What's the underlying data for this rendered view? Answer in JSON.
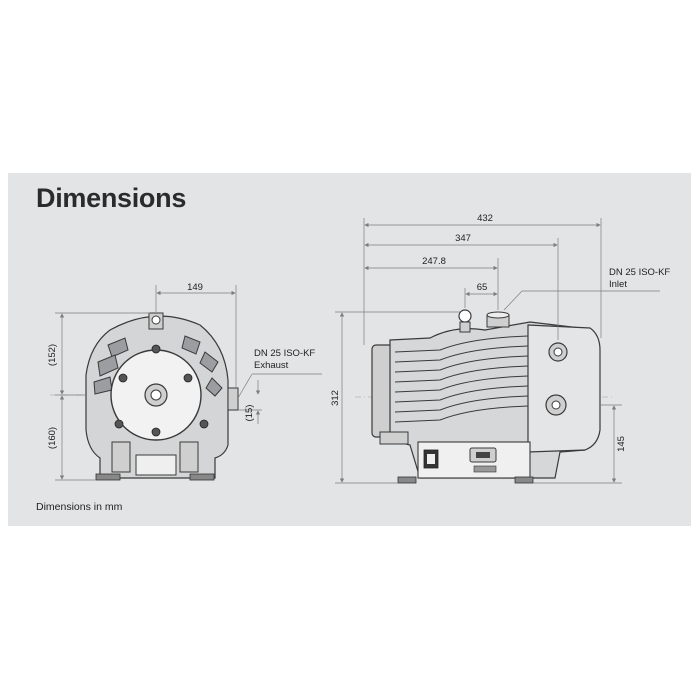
{
  "title": "Dimensions",
  "footnote": "Dimensions in mm",
  "front_view": {
    "width_149": "149",
    "height_152": "(152)",
    "height_160": "(160)",
    "exhaust_offset": "(15)",
    "exhaust_label_line1": "DN 25 ISO-KF",
    "exhaust_label_line2": "Exhaust"
  },
  "side_view": {
    "length_432": "432",
    "length_347": "347",
    "length_247": "247.8",
    "length_65": "65",
    "height_312": "312",
    "height_145": "145",
    "inlet_label_line1": "DN 25 ISO-KF",
    "inlet_label_line2": "Inlet"
  },
  "colors": {
    "panel": "#e3e4e6",
    "drawing": "#3a3a3a",
    "dim_lines": "#7d7d7d"
  }
}
